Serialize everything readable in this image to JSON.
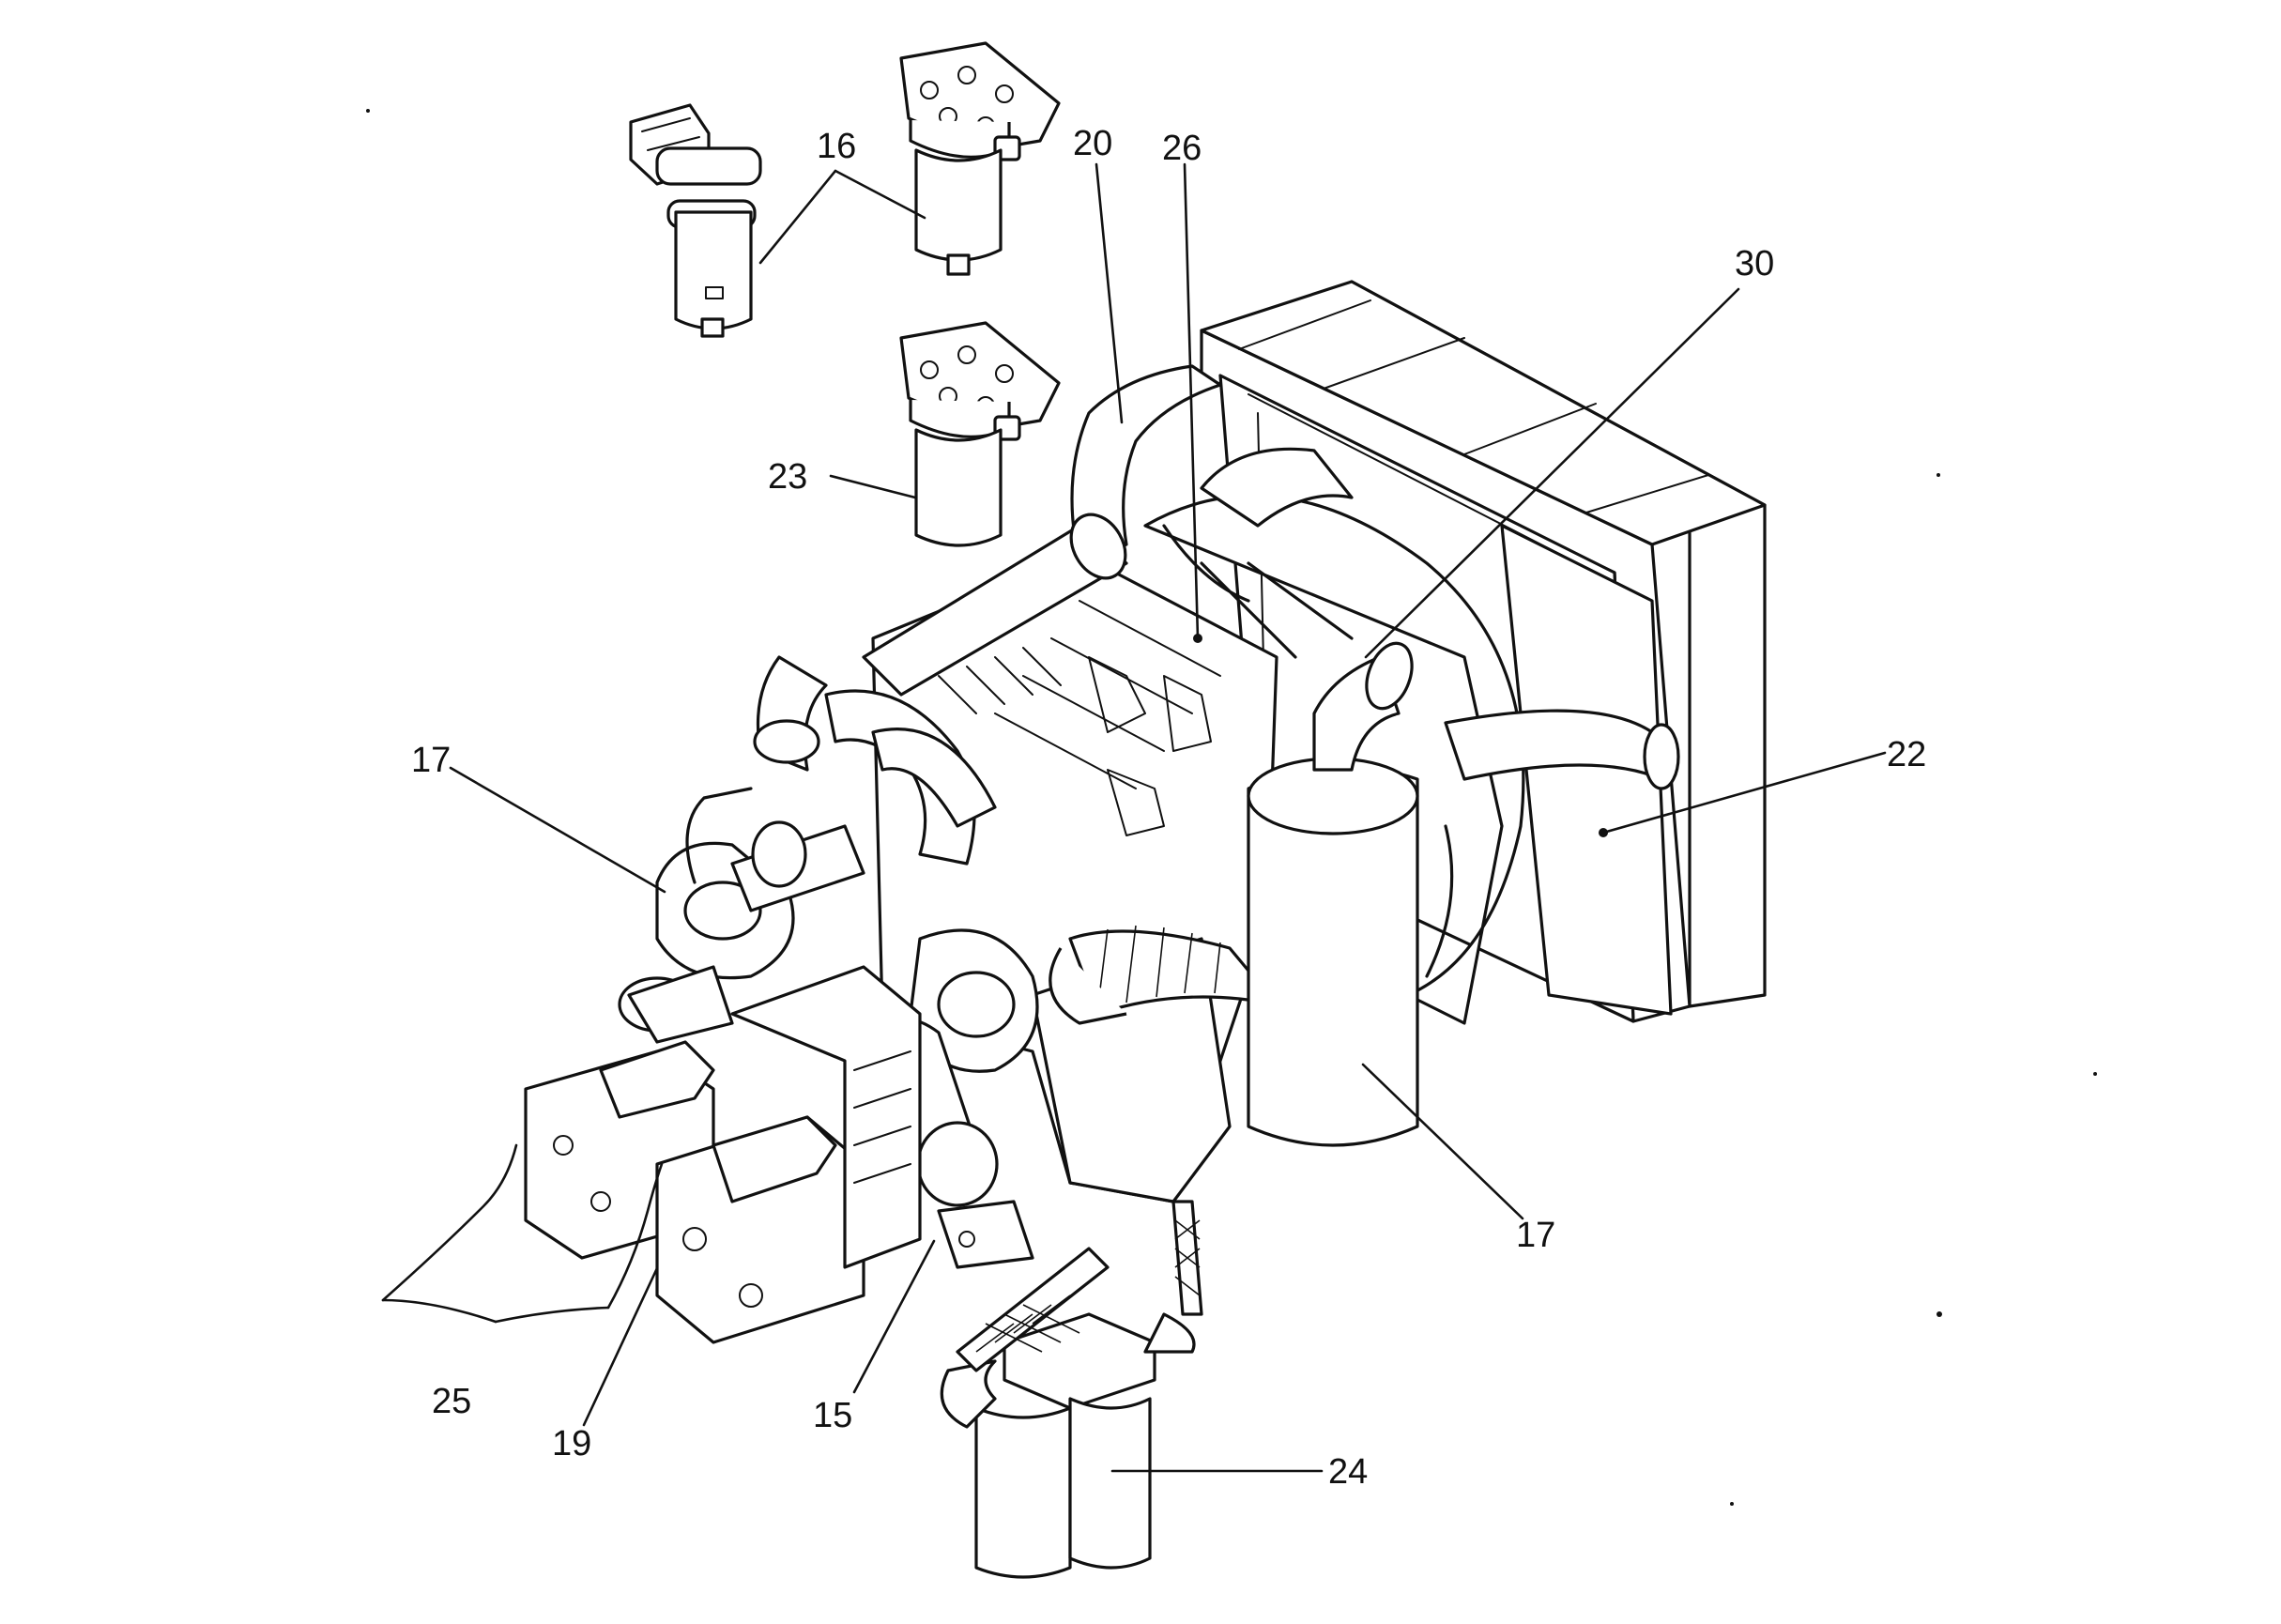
{
  "callouts": {
    "c15": "15",
    "c16": "16",
    "c17a": "17",
    "c17b": "17",
    "c19": "19",
    "c20": "20",
    "c22": "22",
    "c23": "23",
    "c24": "24",
    "c25": "25",
    "c26": "26",
    "c30": "30"
  },
  "icons": {
    "fuel_filter": "fuel-filter-icon",
    "radiator": "radiator-icon",
    "muffler": "muffler-icon",
    "hydraulic_pump": "hydraulic-pump-icon",
    "oil_filter": "oil-filter-icon"
  }
}
